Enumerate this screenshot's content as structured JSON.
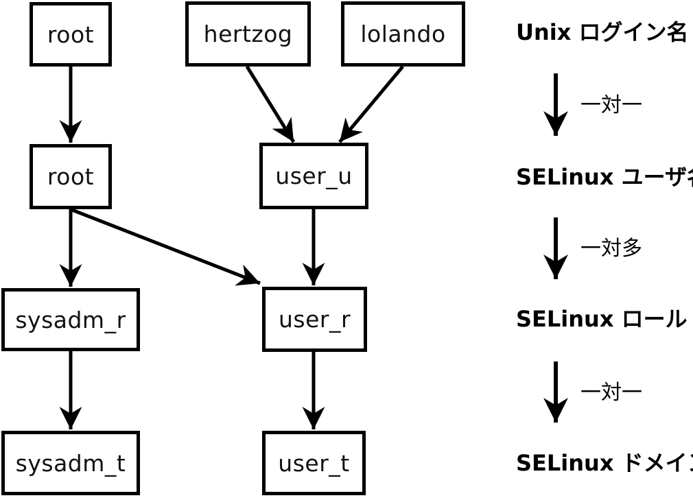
{
  "diagram": {
    "boxes": [
      {
        "name": "unix-login-root",
        "label": "root"
      },
      {
        "name": "unix-login-hertzog",
        "label": "hertzog"
      },
      {
        "name": "unix-login-lolando",
        "label": "lolando"
      },
      {
        "name": "selinux-user-root",
        "label": "root"
      },
      {
        "name": "selinux-user-user_u",
        "label": "user_u"
      },
      {
        "name": "selinux-role-sysadm_r",
        "label": "sysadm_r"
      },
      {
        "name": "selinux-role-user_r",
        "label": "user_r"
      },
      {
        "name": "selinux-domain-sysadm_t",
        "label": "sysadm_t"
      },
      {
        "name": "selinux-domain-user_t",
        "label": "user_t"
      }
    ],
    "legend": {
      "levels": [
        {
          "label": "Unix ログイン名"
        },
        {
          "label": "SELinux ユーザ名"
        },
        {
          "label": "SELinux ロール"
        },
        {
          "label": "SELinux ドメイン"
        }
      ],
      "relations": [
        {
          "label": "一対一"
        },
        {
          "label": "一対多"
        },
        {
          "label": "一対一"
        }
      ]
    },
    "colors": {
      "line": "#000000",
      "background": "#ffffff",
      "text": "#000000"
    }
  }
}
